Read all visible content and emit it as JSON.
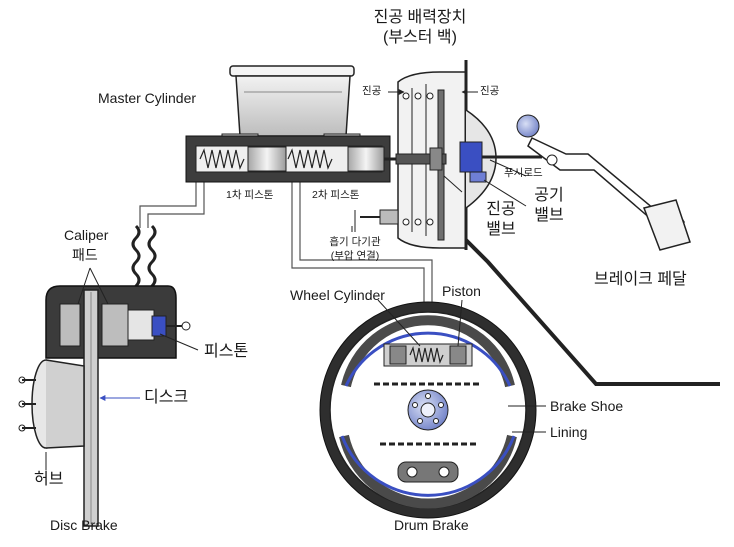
{
  "labels": {
    "booster_title": "진공 배력장치",
    "booster_subtitle": "(부스터 백)",
    "master_cylinder": "Master Cylinder",
    "vacuum_left": "진공",
    "vacuum_right": "진공",
    "primary_piston": "1차 피스톤",
    "secondary_piston": "2차 피스톤",
    "push_rod": "푸시로드",
    "vacuum_valve": "진공\n밸브",
    "air_valve": "공기\n밸브",
    "intake_manifold": "흡기 다기관\n(부압 연결)",
    "brake_pedal": "브레이크 페달",
    "caliper": "Caliper",
    "pad": "패드",
    "caliper_piston": "피스톤",
    "disc": "디스크",
    "hub": "허브",
    "disc_brake": "Disc Brake",
    "wheel_cylinder": "Wheel Cylinder",
    "drum_piston": "Piston",
    "brake_shoe": "Brake Shoe",
    "lining": "Lining",
    "drum_brake": "Drum Brake"
  },
  "colors": {
    "line": "#222222",
    "shade": "#d7d7d7",
    "dark": "#4a4a4a",
    "accent": "#3a4fc2",
    "fluid": "#c9d3e6"
  }
}
